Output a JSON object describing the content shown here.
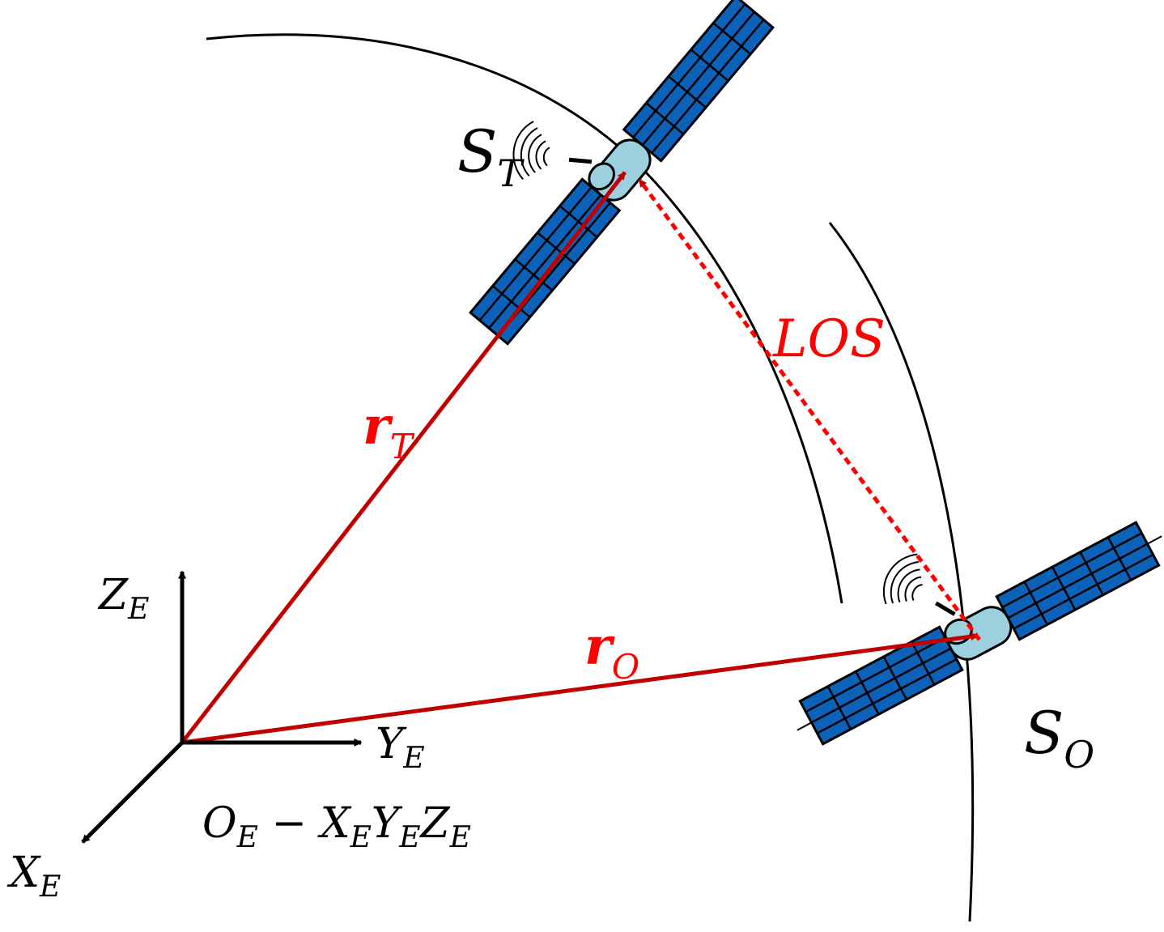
{
  "colors": {
    "vector": "#c00000",
    "los": "#ff0000",
    "axis": "#000000",
    "panel_fill": "#0b62b8",
    "body_fill": "#9dd0de",
    "line": "#000000"
  },
  "labels": {
    "target_sat": {
      "main": "S",
      "sub": "T"
    },
    "observer_sat": {
      "main": "S",
      "sub": "O"
    },
    "los": "LOS",
    "r_target": {
      "main": "r",
      "sub": "T"
    },
    "r_observer": {
      "main": "r",
      "sub": "O"
    },
    "z_axis": {
      "main": "Z",
      "sub": "E"
    },
    "y_axis": {
      "main": "Y",
      "sub": "E"
    },
    "x_axis": {
      "main": "X",
      "sub": "E"
    },
    "frame": {
      "o": "O",
      "o_sub": "E",
      "dash": " − ",
      "x": "X",
      "x_sub": "E",
      "y": "Y",
      "y_sub": "E",
      "z": "Z",
      "z_sub": "E"
    }
  },
  "icons": [
    "satellite-icon",
    "antenna-signal-icon",
    "arrow-icon"
  ]
}
